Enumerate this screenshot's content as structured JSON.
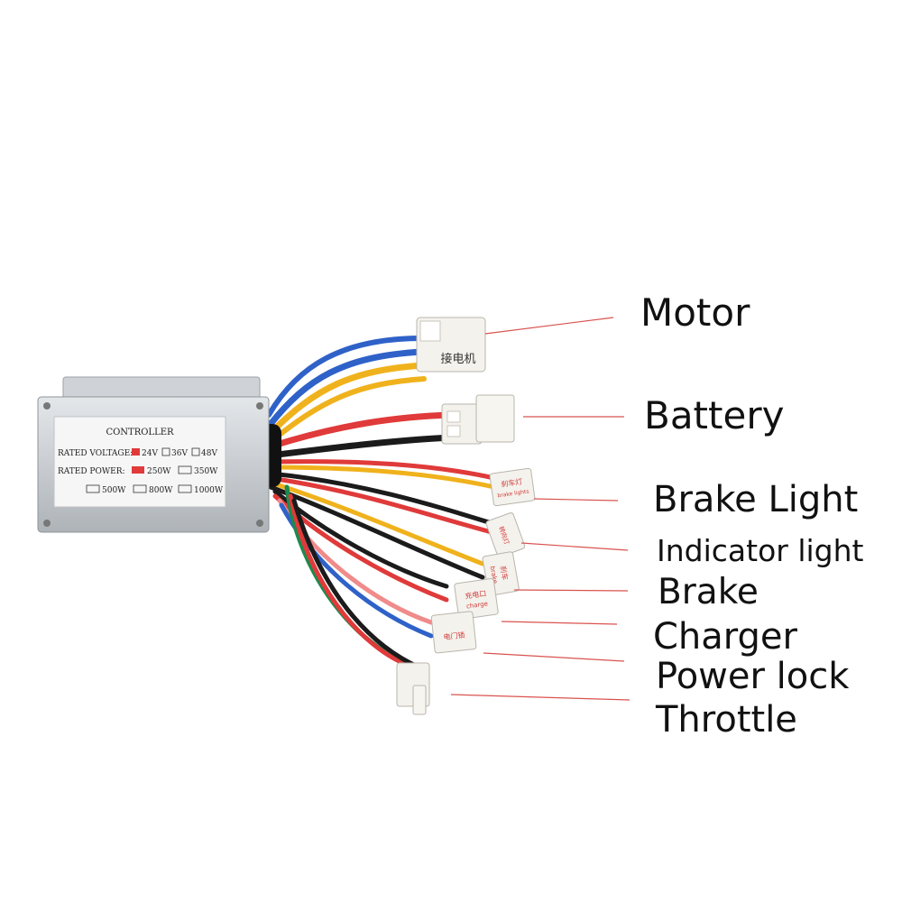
{
  "controller": {
    "title": "CONTROLLER",
    "voltage_label": "RATED VOLTAGE:",
    "voltages": [
      "24V",
      "36V",
      "48V"
    ],
    "power_label": "RATED POWER:",
    "powers_row1": [
      "250W",
      "350W"
    ],
    "powers_row2": [
      "500W",
      "800W",
      "1000W"
    ]
  },
  "tags": {
    "motor": "接电机",
    "brake_light_cn": "刹车灯",
    "brake_light_en": "brake lights",
    "indicator_cn": "转向灯",
    "brake_cn": "刹车",
    "brake_en": "brake",
    "charger_cn": "充电口",
    "charger_en": "charge",
    "power_lock_cn": "电门锁"
  },
  "callouts": {
    "motor": "Motor",
    "battery": "Battery",
    "brake_light": "Brake Light",
    "indicator_light": "Indicator light",
    "brake": "Brake",
    "charger": "Charger",
    "power_lock": "Power lock",
    "throttle": "Throttle"
  },
  "colors": {
    "leader_line": "#d9534f",
    "wire_red": "#e03a3a",
    "wire_blue": "#2f62c8",
    "wire_yellow": "#f0b21c",
    "wire_black": "#1b1b1b",
    "wire_green": "#1d8a4e"
  }
}
